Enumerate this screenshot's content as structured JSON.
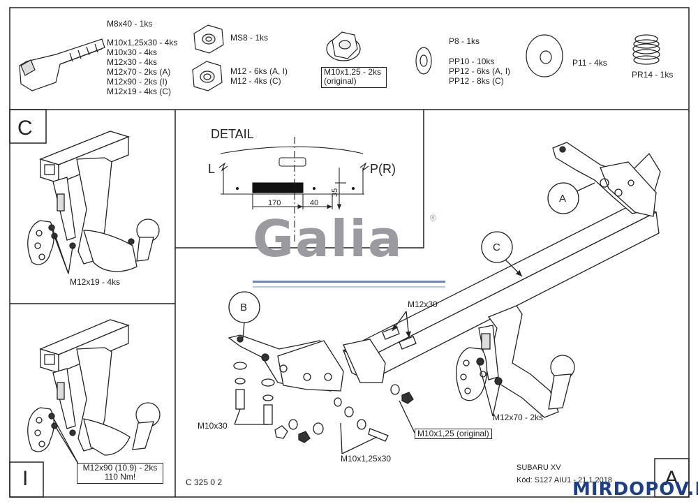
{
  "hardware": {
    "bolt_lines": [
      "M8x40 - 1ks",
      "M10x1,25x30 - 4ks",
      "M10x30 - 4ks",
      "M12x30 - 4ks",
      "M12x70 - 2ks (A)",
      "M12x90 - 2ks (I)",
      "M12x19 - 4ks (C)"
    ],
    "nut_ms8": "MS8 - 1ks",
    "nut_m12_a": "M12 - 6ks (A, I)",
    "nut_m12_c": "M12 - 4ks (C)",
    "nut_original_1": "M10x1,25 - 2ks",
    "nut_original_2": "(original)",
    "washer_lines": [
      "P8 - 1ks",
      "PP10 - 10ks",
      "PP12 - 6ks (A, I)",
      "PP12 - 8ks (C)"
    ],
    "washer_large": "P11 - 4ks",
    "spring": "PR14 - 1ks"
  },
  "panels": {
    "c_letter": "C",
    "c_caption": "M12x19 - 4ks",
    "i_letter": "I",
    "i_caption_1": "M12x90 (10.9) - 2ks",
    "i_caption_2": "110 Nm!"
  },
  "detail": {
    "title": "DETAIL",
    "left": "L",
    "right": "P(R)",
    "dim_170": "170",
    "dim_40": "40",
    "dim_35": "35"
  },
  "main": {
    "callout_a": "A",
    "callout_b": "B",
    "callout_c": "C",
    "m12x30": "M12x30",
    "m10x30": "M10x30",
    "m10x125_original": "M10x1,25 (original)",
    "m10x125x30": "M10x1,25x30",
    "m12x70": "M12x70 - 2ks"
  },
  "footer": {
    "drawing_no": "C 325 0 2",
    "model": "SUBARU XV",
    "code": "Kód: S127 AIU1 - 21.1.2018",
    "corner_a": "A"
  },
  "brand": {
    "logo": "Galia",
    "registered": "®"
  },
  "watermark": "MIRDOPOV.RU"
}
